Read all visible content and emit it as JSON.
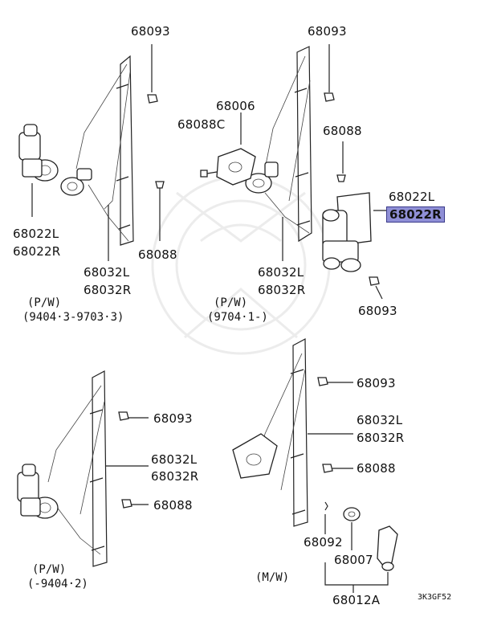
{
  "labels": {
    "tl_68093": "68093",
    "tl_68022l": "68022L",
    "tl_68022r": "68022R",
    "tl_68032l": "68032L",
    "tl_68032r": "68032R",
    "tl_68088": "68088",
    "tr_68093": "68093",
    "tr_68006": "68006",
    "tr_68088c": "68088C",
    "tr_68088": "68088",
    "tr_68022l": "68022L",
    "tr_68022r": "68022R",
    "tr_68032l": "68032L",
    "tr_68032r": "68032R",
    "tr_68093b": "68093",
    "bl_68093": "68093",
    "bl_68032l": "68032L",
    "bl_68032r": "68032R",
    "bl_68088": "68088",
    "br_68093": "68093",
    "br_68032l": "68032L",
    "br_68032r": "68032R",
    "br_68088": "68088",
    "br_68092": "68092",
    "br_68007": "68007",
    "br_68012a": "68012A"
  },
  "notes": {
    "tl_type": "(P/W)",
    "tl_range": "(9404·3-9703·3)",
    "tr_type": "(P/W)",
    "tr_range": "(9704·1-)",
    "bl_type": "(P/W)",
    "bl_range": "(-9404·2)",
    "br_type": "(M/W)"
  },
  "diagram_code": "3K3GF52",
  "colors": {
    "highlight": "#8f8fd6",
    "line": "#222222"
  }
}
